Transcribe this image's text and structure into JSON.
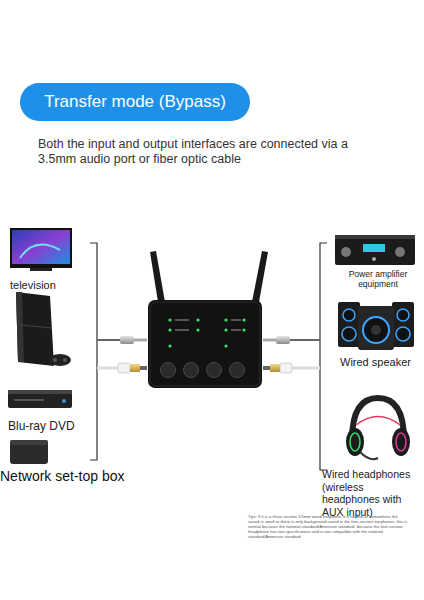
{
  "diagram": {
    "title": "Transfer mode (Bypass)",
    "labels": [
      "Both the input and output interfaces are connected via a 3.5mm audio port or fiber optic cable",
      "television",
      "Blu-ray DVD",
      "Network set-top box",
      "Power amplifier equipment",
      "Wired speaker",
      "Wired headphones (wireless headphones with AUX input)",
      "Tips: If it is a three-section 3.5mm wired earphone, it is normal to somewhere the sound is small or there is only background sound in the four-section earphones, this is normal because the national standard/American standard, because the four-section headphone has two specifications and is not compatible with the national standard/American standard"
    ]
  }
}
